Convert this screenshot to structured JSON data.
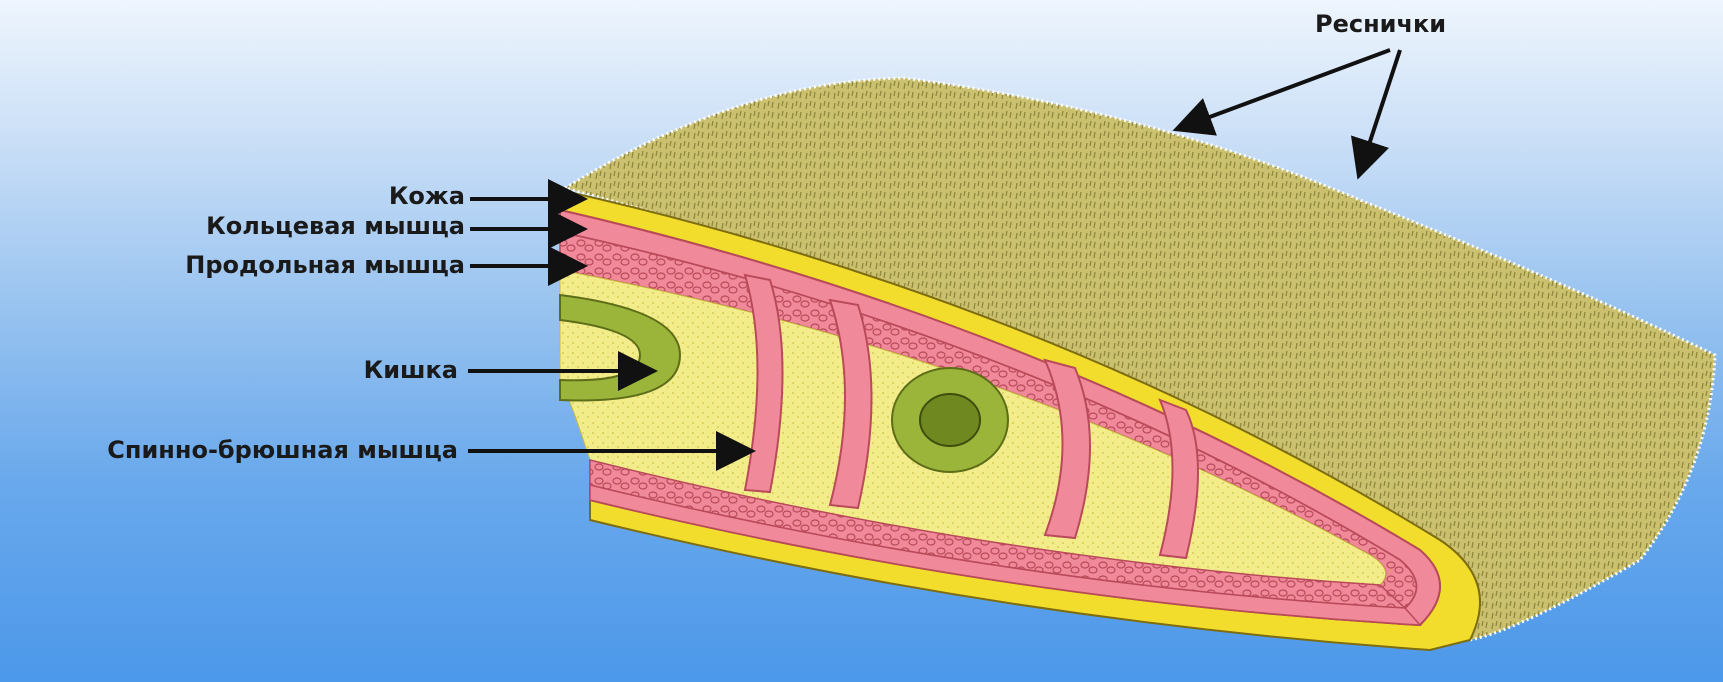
{
  "labels": {
    "cilia": "Реснички",
    "skin": "Кожа",
    "ring_muscle": "Кольцевая мышца",
    "longitudinal_muscle": "Продольная мышца",
    "gut": "Кишка",
    "dorsoventral_muscle": "Спинно-брюшная мышца"
  },
  "colors": {
    "background_top": "#eef5fd",
    "background_bottom": "#4c98ea",
    "cilia_surface": "#c9bf6a",
    "skin_cells": "#f2dc2c",
    "muscle": "#f08a9a",
    "parenchyma": "#f3ec8a",
    "gut_wall": "#9bb43a",
    "arrow": "#111111"
  }
}
